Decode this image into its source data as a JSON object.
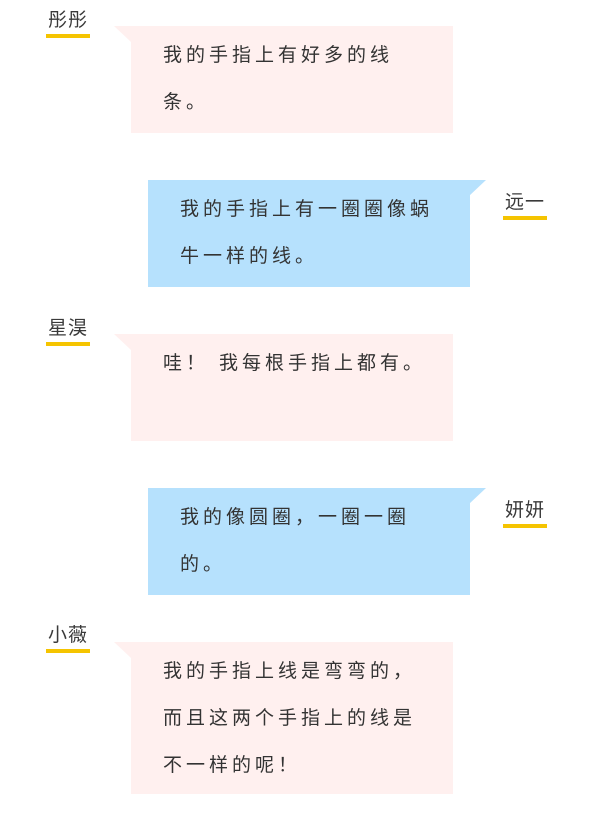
{
  "conversation": [
    {
      "speaker": "彤彤",
      "side": "left",
      "text": "我的手指上有好多的线条。"
    },
    {
      "speaker": "远一",
      "side": "right",
      "text": "我的手指上有一圈圈像蜗牛一样的线。"
    },
    {
      "speaker": "星淏",
      "side": "left",
      "text": "哇！ 我每根手指上都有。"
    },
    {
      "speaker": "妍妍",
      "side": "right",
      "text": "我的像圆圈，一圈一圈的。"
    },
    {
      "speaker": "小薇",
      "side": "left",
      "text": "我的手指上线是弯弯的，而且这两个手指上的线是不一样的呢！"
    }
  ],
  "colors": {
    "left_bubble": "#fff0ef",
    "right_bubble": "#b6e1fd",
    "name_underline": "#f5c400"
  }
}
